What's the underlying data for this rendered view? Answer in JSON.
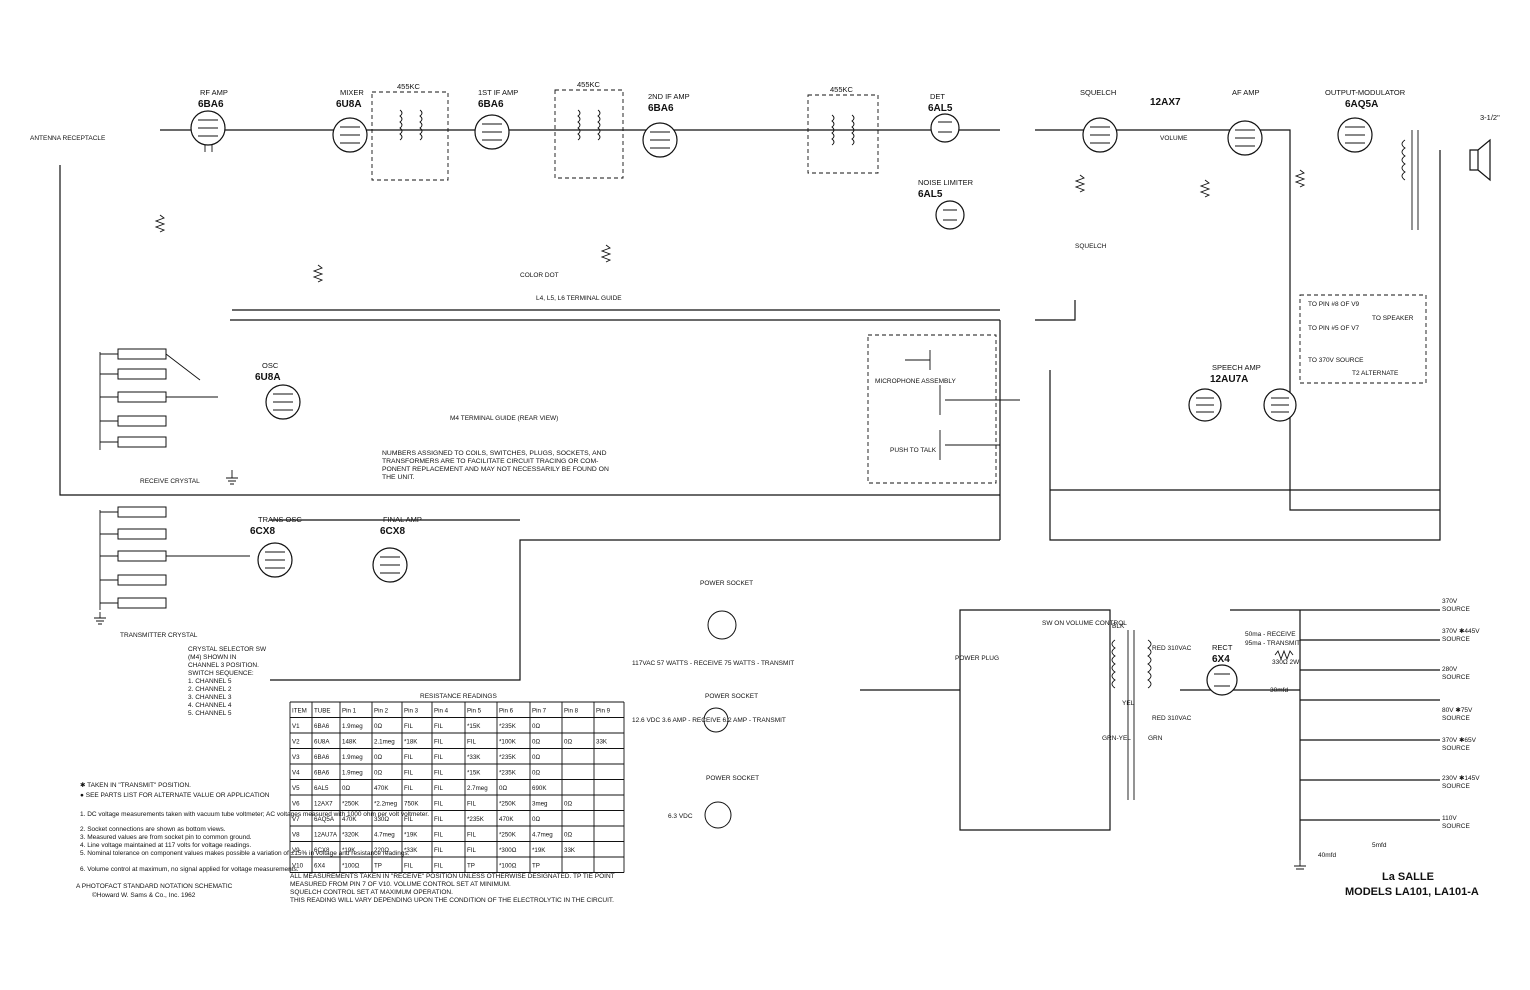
{
  "labels": {
    "rf_amp": "RF AMP",
    "v1": "6BA6",
    "mixer": "MIXER",
    "v2": "6U8A",
    "if455a": "455KC",
    "if455b": "455KC",
    "if455c": "455KC",
    "if1": "1ST IF AMP",
    "v3": "6BA6",
    "if2": "2ND IF AMP",
    "v4": "6BA6",
    "det": "DET",
    "v5": "6AL5",
    "noise": "NOISE LIMITER",
    "v5b": "6AL5",
    "squelch": "SQUELCH",
    "v6": "12AX7",
    "af": "AF AMP",
    "outmod": "OUTPUT-MODULATOR",
    "v7": "6AQ5A",
    "osc": "OSC",
    "v2b": "6U8A",
    "trans_osc": "TRANS OSC",
    "v8": "6CX8",
    "final": "FINAL AMP",
    "v9": "6CX8",
    "speech": "SPEECH AMP",
    "v10": "12AU7A",
    "rect": "RECT",
    "v11": "6X4",
    "antenna": "ANTENNA RECEPTACLE",
    "recv_crystal": "RECEIVE CRYSTAL",
    "trans_crystal": "TRANSMITTER CRYSTAL",
    "mic": "MICROPHONE ASSEMBLY",
    "push": "PUSH TO TALK",
    "speaker": "3-1/2\"",
    "sw_volume": "SW ON VOLUME CONTROL",
    "power_plug": "POWER PLUG",
    "volume": "VOLUME",
    "squelch_ctl": "SQUELCH",
    "m4_guide": "M4 TERMINAL GUIDE (REAR VIEW)",
    "term_guide": "L4, L5, L6 TERMINAL GUIDE",
    "color_dot": "COLOR DOT"
  },
  "power_sockets": [
    {
      "title": "POWER SOCKET",
      "note": "117VAC 57 WATTS - RECEIVE 75 WATTS - TRANSMIT"
    },
    {
      "title": "POWER SOCKET",
      "note": "12.6 VDC 3.6 AMP - RECEIVE 6.2 AMP - TRANSMIT"
    },
    {
      "title": "POWER SOCKET",
      "note": "6.3 VDC"
    }
  ],
  "numbers_note": [
    "NUMBERS ASSIGNED TO COILS, SWITCHES, PLUGS, SOCKETS, AND",
    "TRANSFORMERS ARE TO FACILITATE CIRCUIT TRACING OR COM-",
    "PONENT REPLACEMENT AND MAY NOT NECESSARILY BE FOUND ON",
    "THE UNIT."
  ],
  "crystal_selector": [
    "CRYSTAL SELECTOR SW",
    "(M4) SHOWN IN",
    "CHANNEL 3 POSITION.",
    "SWITCH SEQUENCE:",
    "1. CHANNEL 5",
    "2. CHANNEL 2",
    "3. CHANNEL 3",
    "4. CHANNEL 4",
    "5. CHANNEL 5"
  ],
  "t2_alt": {
    "l1": "TO PIN #8 OF V9",
    "l2": "TO PIN #5 OF V7",
    "l3": "TO SPEAKER",
    "l4": "TO 370V SOURCE",
    "l5": "T2 ALTERNATE"
  },
  "resistance": {
    "title": "RESISTANCE READINGS",
    "headers": [
      "ITEM",
      "TUBE",
      "Pin 1",
      "Pin 2",
      "Pin 3",
      "Pin 4",
      "Pin 5",
      "Pin 6",
      "Pin 7",
      "Pin 8",
      "Pin 9"
    ],
    "rows": [
      [
        "V1",
        "6BA6",
        "1.9meg",
        "0Ω",
        "FIL",
        "FIL",
        "*15K",
        "*235K",
        "0Ω",
        "",
        ""
      ],
      [
        "V2",
        "6U8A",
        "148K",
        "2.1meg",
        "*18K",
        "FIL",
        "FIL",
        "*100K",
        "0Ω",
        "0Ω",
        "33K"
      ],
      [
        "V3",
        "6BA6",
        "1.9meg",
        "0Ω",
        "FIL",
        "FIL",
        "*33K",
        "*235K",
        "0Ω",
        "",
        ""
      ],
      [
        "V4",
        "6BA6",
        "1.9meg",
        "0Ω",
        "FIL",
        "FIL",
        "*15K",
        "*235K",
        "0Ω",
        "",
        ""
      ],
      [
        "V5",
        "6AL5",
        "0Ω",
        "470K",
        "FIL",
        "FIL",
        "2.7meg",
        "0Ω",
        "690K",
        "",
        ""
      ],
      [
        "V6",
        "12AX7",
        "*250K",
        "*2.2meg",
        "750K",
        "FIL",
        "FIL",
        "*250K",
        "3meg",
        "0Ω",
        ""
      ],
      [
        "V7",
        "6AQ5A",
        "470K",
        "330Ω",
        "FIL",
        "FIL",
        "*235K",
        "470K",
        "0Ω",
        "",
        ""
      ],
      [
        "V8",
        "12AU7A",
        "*320K",
        "4.7meg",
        "*19K",
        "FIL",
        "FIL",
        "*250K",
        "4.7meg",
        "0Ω",
        ""
      ],
      [
        "V9",
        "6CX8",
        "*19K",
        "220Ω",
        "*33K",
        "FIL",
        "FIL",
        "*300Ω",
        "*19K",
        "33K",
        ""
      ],
      [
        "V10",
        "6X4",
        "*100Ω",
        "TP",
        "FIL",
        "FIL",
        "TP",
        "*100Ω",
        "TP",
        "",
        ""
      ]
    ],
    "foot": [
      "ALL MEASUREMENTS TAKEN IN \"RECEIVE\" POSITION UNLESS OTHERWISE DESIGNATED.      TP  TIE POINT",
      "MEASURED FROM PIN 7 OF V10.                          VOLUME CONTROL SET AT MINIMUM.",
      "                                                       SQUELCH CONTROL SET AT MAXIMUM OPERATION.",
      "THIS READING WILL VARY DEPENDING UPON THE CONDITION OF THE ELECTROLYTIC IN THE CIRCUIT."
    ]
  },
  "legend": [
    "✱ TAKEN IN \"TRANSMIT\" POSITION.",
    "● SEE PARTS LIST FOR ALTERNATE VALUE OR APPLICATION",
    "1. DC voltage measurements taken with vacuum tube voltmeter; AC voltages measured with 1000 ohm per volt voltmeter.",
    "2. Socket connections are shown as bottom views.",
    "3. Measured values are from socket pin to common ground.",
    "4. Line voltage maintained at 117 volts for voltage readings.",
    "5. Nominal tolerance on component values makes possible a variation of ±15% in voltage and resistance readings.",
    "6. Volume control at maximum, no signal applied for voltage measurements."
  ],
  "photofact": "A PHOTOFACT STANDARD NOTATION SCHEMATIC",
  "copyright": "©Howard W. Sams & Co., Inc. 1962",
  "brand": {
    "l1": "La SALLE",
    "l2": "MODELS LA101, LA101-A"
  },
  "supply": [
    {
      "v": "370V",
      "label": "SOURCE"
    },
    {
      "v": "370V ✱445V",
      "label": "SOURCE"
    },
    {
      "v": "280V",
      "label": "SOURCE"
    },
    {
      "v": "80V ✱75V",
      "label": "SOURCE"
    },
    {
      "v": "370V ✱65V",
      "label": "SOURCE"
    },
    {
      "v": "230V ✱145V",
      "label": "SOURCE"
    },
    {
      "v": "110V",
      "label": "SOURCE"
    }
  ],
  "ps_text": {
    "rx": "50ma - RECEIVE",
    "tx": "95ma - TRANSMIT",
    "blk": "BLK",
    "red1": "RED 310VAC",
    "red2": "RED 310VAC",
    "yel": "YEL",
    "grnyel": "GRN-YEL",
    "grn": "GRN",
    "r330": "330Ω 2W",
    "c30": "30mfd",
    "c40": "40mfd",
    "c5": "5mfd"
  }
}
